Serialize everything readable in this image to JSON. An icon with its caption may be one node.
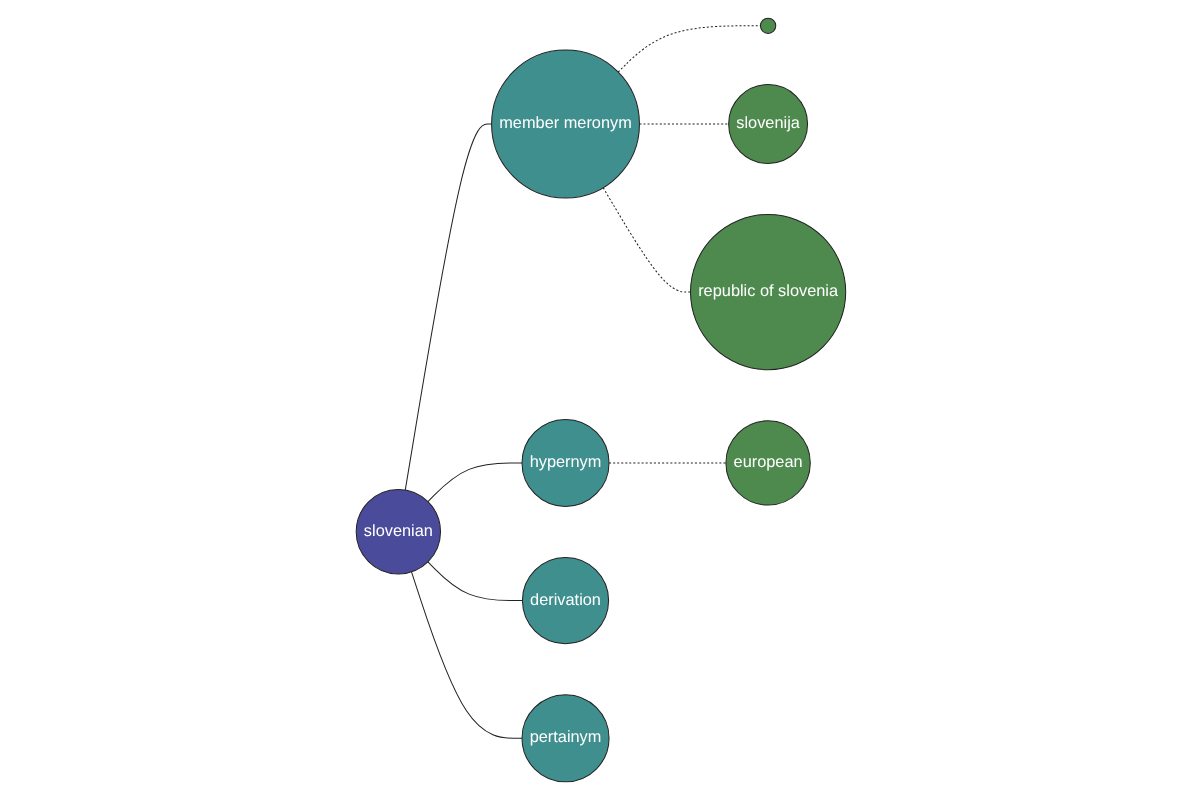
{
  "diagram": {
    "nodes": [
      {
        "text": [],
        "shape": "circle"
      },
      {
        "text": [
          "slovenija"
        ]
      },
      {
        "text": [
          "member meronym"
        ]
      },
      {
        "text": [
          "republic of slovenia"
        ]
      },
      {
        "text": [
          "slovenian"
        ]
      },
      {
        "text": [
          "european"
        ]
      },
      {
        "text": [
          "hypernym"
        ]
      },
      {
        "text": [
          "derivation"
        ]
      },
      {
        "text": [
          "pertainym"
        ]
      }
    ],
    "edges": [
      {
        "from": 4,
        "to": 2,
        "arrow": "none"
      },
      {
        "from": 4,
        "to": 6,
        "arrow": "none"
      },
      {
        "from": 4,
        "to": 7,
        "arrow": "none"
      },
      {
        "from": 4,
        "to": 8,
        "arrow": "none"
      },
      {
        "from": 2,
        "to": 0,
        "arrow": "none",
        "style": "dashed"
      },
      {
        "from": 2,
        "to": 1,
        "arrow": "none",
        "style": "dashed"
      },
      {
        "from": 2,
        "to": 3,
        "arrow": "none",
        "style": "dashed"
      },
      {
        "from": 6,
        "to": 5,
        "arrow": "none",
        "style": "dashed"
      }
    ]
  }
}
